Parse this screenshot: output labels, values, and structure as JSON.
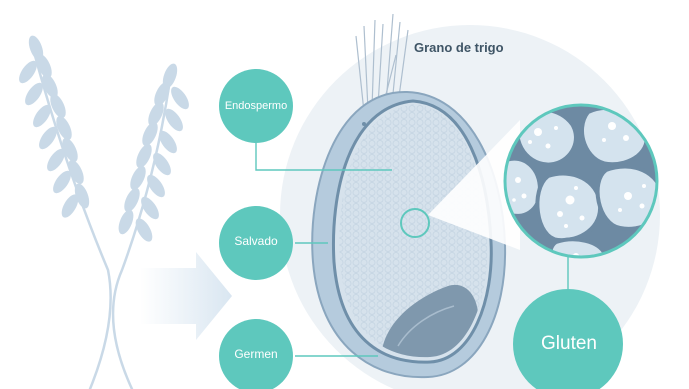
{
  "title": "Grano de trigo",
  "labels": {
    "endosperm": "Endospermo",
    "bran": "Salvado",
    "germ": "Germen",
    "gluten": "Gluten"
  },
  "colors": {
    "teal": "#5ec8bd",
    "wheat": "#c9d9e7",
    "arrow": "#d9e6f1",
    "background_circle": "#edf2f6",
    "kernel_outer": "#b5cbdd",
    "kernel_wall": "#6f8fa9",
    "cells": "#7693ab",
    "germ": "#7f98ad",
    "title": "#3f5566"
  }
}
